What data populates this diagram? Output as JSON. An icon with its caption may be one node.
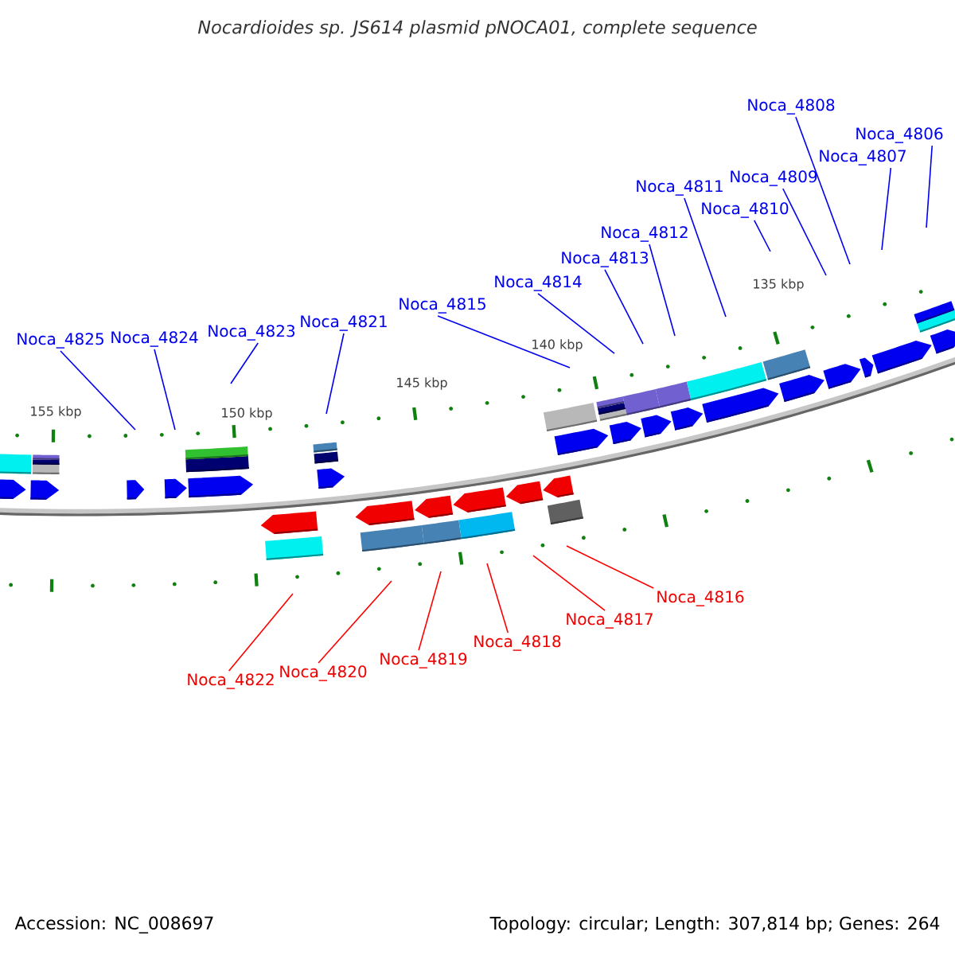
{
  "diagram": {
    "title": "Nocardioides sp. JS614 plasmid pNOCA01, complete sequence",
    "nodes": [
      {
        "text": [
          "Noca_4808"
        ]
      },
      {
        "text": [
          "Noca_4806"
        ]
      },
      {
        "text": [
          "Noca_4807"
        ]
      },
      {
        "text": [
          "Noca_4809"
        ]
      },
      {
        "text": [
          "Noca_4811"
        ]
      },
      {
        "text": [
          "Noca_4810"
        ]
      },
      {
        "text": [
          "Noca_4812"
        ]
      },
      {
        "text": [
          "Noca_4813"
        ]
      },
      {
        "text": [
          "Noca_4814"
        ]
      },
      {
        "text": [
          "Noca_4815"
        ]
      },
      {
        "text": [
          "Noca_4821"
        ]
      },
      {
        "text": [
          "Noca_4823"
        ]
      },
      {
        "text": [
          "Noca_4824"
        ]
      },
      {
        "text": [
          "Noca_4825"
        ]
      },
      {
        "text": [
          "Noca_4816"
        ]
      },
      {
        "text": [
          "Noca_4817"
        ]
      },
      {
        "text": [
          "Noca_4818"
        ]
      },
      {
        "text": [
          "Noca_4819"
        ]
      },
      {
        "text": [
          "Noca_4820"
        ]
      },
      {
        "text": [
          "Noca_4822"
        ]
      }
    ],
    "edges": [
      {
        "from": 0,
        "to": null,
        "arrow": "none"
      },
      {
        "from": 1,
        "to": null,
        "arrow": "none"
      },
      {
        "from": 2,
        "to": null,
        "arrow": "none"
      },
      {
        "from": 3,
        "to": null,
        "arrow": "none"
      },
      {
        "from": 4,
        "to": null,
        "arrow": "none"
      },
      {
        "from": 5,
        "to": null,
        "arrow": "none"
      },
      {
        "from": 6,
        "to": null,
        "arrow": "none"
      },
      {
        "from": 7,
        "to": null,
        "arrow": "none"
      },
      {
        "from": 8,
        "to": null,
        "arrow": "none"
      },
      {
        "from": 9,
        "to": null,
        "arrow": "none"
      },
      {
        "from": 10,
        "to": null,
        "arrow": "none"
      },
      {
        "from": 11,
        "to": null,
        "arrow": "none"
      },
      {
        "from": 12,
        "to": null,
        "arrow": "none"
      },
      {
        "from": 13,
        "to": null,
        "arrow": "none"
      },
      {
        "from": 14,
        "to": null,
        "arrow": "none",
        "color": "#ff0000"
      },
      {
        "from": 15,
        "to": null,
        "arrow": "none",
        "color": "#ff0000"
      },
      {
        "from": 16,
        "to": null,
        "arrow": "none",
        "color": "#ff0000"
      },
      {
        "from": 17,
        "to": null,
        "arrow": "none",
        "color": "#ff0000"
      },
      {
        "from": 18,
        "to": null,
        "arrow": "none",
        "color": "#ff0000"
      },
      {
        "from": 19,
        "to": null,
        "arrow": "none",
        "color": "#ff0000"
      }
    ],
    "labels": [
      "135 kbp",
      "140 kbp",
      "145 kbp",
      "155 kbp",
      "150 kbp",
      "Accession: NC_008697",
      "Topology: circular; Length: 307,814 bp; Genes: 264"
    ]
  }
}
